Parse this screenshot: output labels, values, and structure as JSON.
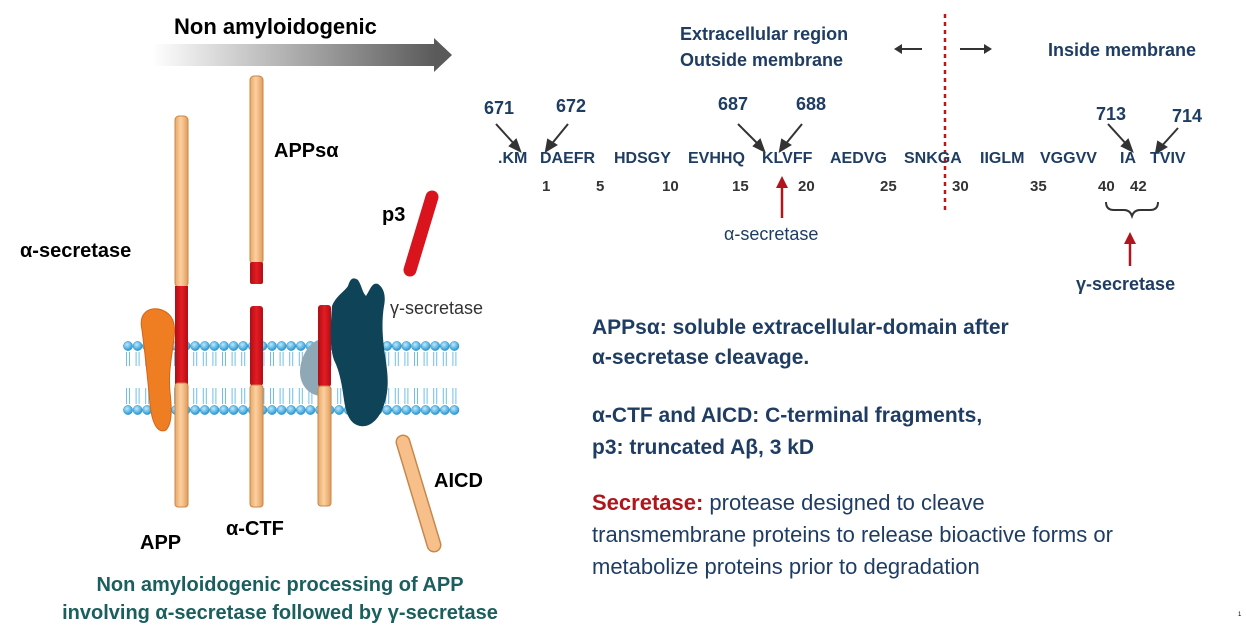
{
  "title_arrow": "Non amyloidogenic",
  "left_labels": {
    "alpha_secretase": "α-secretase",
    "appsa": "APPsα",
    "p3": "p3",
    "gamma_secretase": "γ-secretase",
    "aicd": "AICD",
    "app": "APP",
    "alpha_ctf": "α-CTF"
  },
  "caption": {
    "line1": "Non amyloidogenic processing of APP",
    "line2": "involving α-secretase followed by γ-secretase"
  },
  "sequence": {
    "region_left_line1": "Extracellular region",
    "region_left_line2": "Outside membrane",
    "region_right": "Inside membrane",
    "positions": [
      "671",
      "672",
      "687",
      "688",
      "713",
      "714"
    ],
    "segments": [
      ".KM",
      "DAEFR",
      "HDSGY",
      "EVHHQ",
      "KLVFF",
      "AEDVG",
      "SNKGA",
      "IIGLM",
      "VGGVV",
      "IA",
      "TVIV"
    ],
    "numbers": [
      "1",
      "5",
      "10",
      "15",
      "20",
      "25",
      "30",
      "35",
      "40",
      "42"
    ],
    "alpha_label": "α-secretase",
    "gamma_label": "γ-secretase"
  },
  "notes": {
    "p1_line1": "APPsα: soluble extracellular-domain after",
    "p1_line2": "α-secretase cleavage.",
    "p2_line1": "α-CTF and AICD: C-terminal fragments,",
    "p2_line2": "p3: truncated Aβ, 3 kD",
    "p3_red": "Secretase:",
    "p3_line1": " protease designed to cleave",
    "p3_line2": "transmembrane proteins to release bioactive forms or",
    "p3_line3": "metabolize proteins prior to degradation"
  },
  "page_marker": "1",
  "colors": {
    "rod": "#f7c08a",
    "rod_edge": "#c8874a",
    "cleave": "#d9141c",
    "membrane_head": "#49b3e8",
    "gamma_protein": "#0f4358",
    "enzyme_orange": "#ef7d22",
    "text_blue": "#1f3d63",
    "caption_teal": "#1b5e5e",
    "dotted_red": "#c0141c"
  }
}
